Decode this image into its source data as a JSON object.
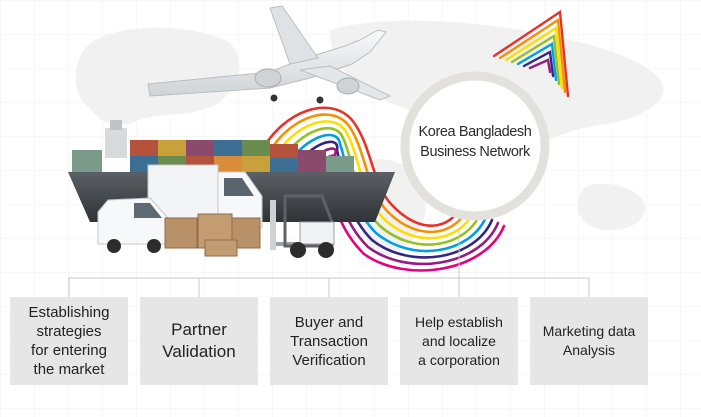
{
  "network": {
    "line1": "Korea Bangladesh",
    "line2": "Business Network"
  },
  "services": [
    {
      "lines": [
        "Establishing",
        "strategies",
        "for entering",
        "the market"
      ]
    },
    {
      "lines": [
        "Partner",
        "Validation"
      ]
    },
    {
      "lines": [
        "Buyer and",
        "Transaction",
        "Verification"
      ]
    },
    {
      "lines": [
        "Help establish",
        "and localize",
        "a corporation"
      ]
    },
    {
      "lines": [
        "Marketing data",
        "Analysis"
      ]
    }
  ],
  "colors": {
    "box_bg": "#e6e6e6",
    "connector": "#c9c9c9",
    "rainbow": [
      "#e6332a",
      "#f39200",
      "#ffdd00",
      "#95c11f",
      "#009fe3",
      "#312783",
      "#951b81",
      "#e5007d"
    ]
  }
}
